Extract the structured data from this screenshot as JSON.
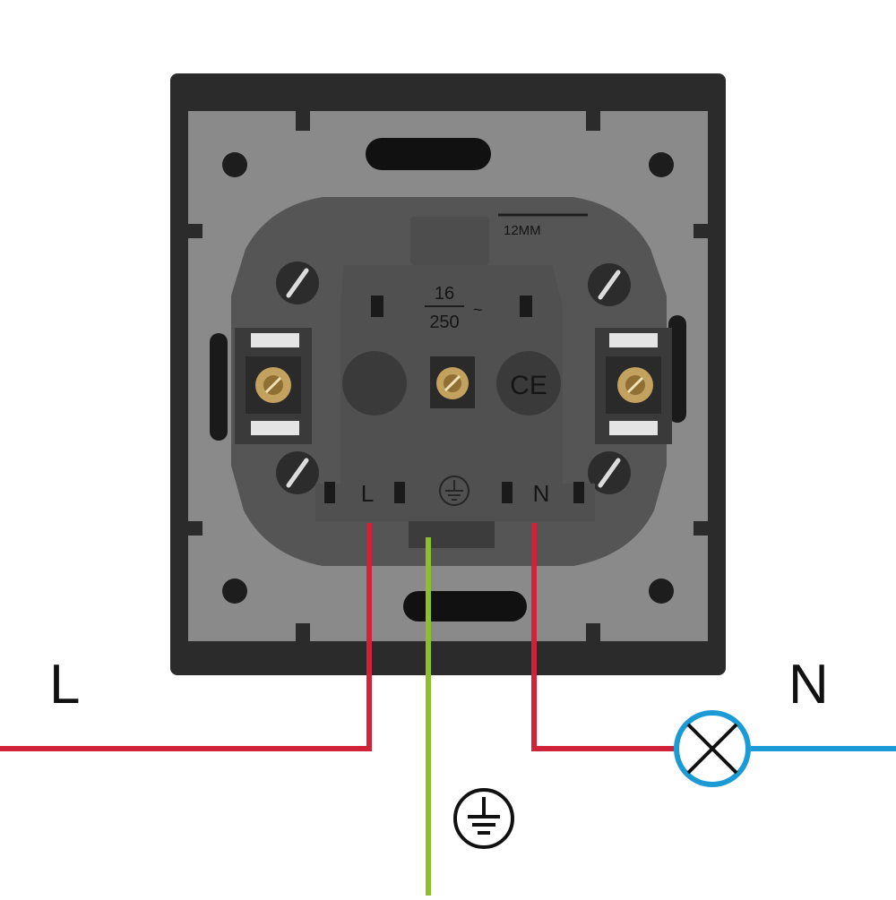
{
  "labels": {
    "line": "L",
    "neutral": "N"
  },
  "socket": {
    "depth_marking": "12MM",
    "rating_top": "16",
    "rating_bottom": "250",
    "rating_suffix": "~",
    "ce_mark": "CE",
    "terminal_line": "L",
    "terminal_neutral": "N"
  },
  "symbols": {
    "earth": "protective-earth-icon",
    "load": "lamp-icon"
  },
  "colors": {
    "frame": "#2b2b2b",
    "plate": "#8a8a8a",
    "body": "#555555",
    "line_wire": "#d0233a",
    "earth_wire": "#8cbf2a",
    "neutral_wire": "#1c9ad6",
    "lamp_ring": "#1c9ad6"
  }
}
